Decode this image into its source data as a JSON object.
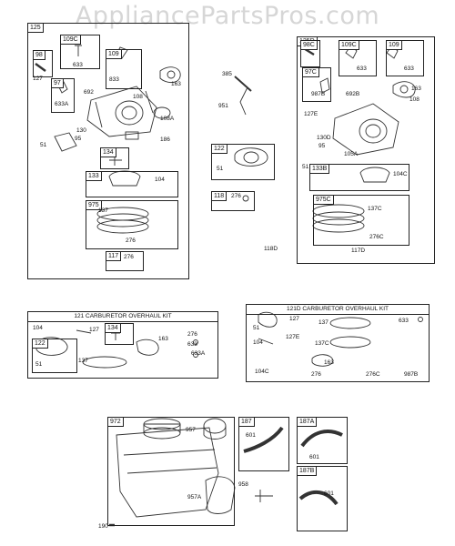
{
  "watermark": "AppliancePartsPros.com",
  "boxes": {
    "b125": "125",
    "b125d": "125D",
    "b109c": "109C",
    "b98": "98",
    "b109": "109",
    "b97": "97",
    "b98c": "98C",
    "b109c_r": "109C",
    "b109_r": "109",
    "b97c": "97C",
    "b134": "134",
    "b133": "133",
    "b975": "975",
    "b117": "117",
    "b122": "122",
    "b118": "118",
    "b133b": "133B",
    "b975c": "975C",
    "k121_122": "122",
    "k121_134": "134",
    "b972": "972",
    "b187": "187",
    "b187a": "187A",
    "b187b": "187B"
  },
  "kits": {
    "k121": "121 CARBURETOR OVERHAUL KIT",
    "k121d": "121D CARBURETOR OVERHAUL KIT"
  },
  "callouts": {
    "c633_a": "633",
    "c127": "127",
    "c692": "692",
    "c633a": "633A",
    "c833": "833",
    "c163": "163",
    "c108": "108",
    "c108a": "108A",
    "c130": "130",
    "c95": "95",
    "c186": "186",
    "c51": "51",
    "c104": "104",
    "c137": "137",
    "c276": "276",
    "c276_117": "276",
    "c385": "385",
    "c951": "951",
    "c51_122": "51",
    "c276_118": "276",
    "c118d": "118D",
    "r633_98c": "633",
    "r633_109": "633",
    "r987b": "987B",
    "r692b": "692B",
    "r163": "163",
    "r108": "108",
    "r127e": "127E",
    "r130d": "130D",
    "r95": "95",
    "r105a": "105A",
    "r51": "51",
    "r104c": "104C",
    "r137c": "137C",
    "r276c": "276C",
    "r117d": "117D",
    "k104": "104",
    "k127": "127",
    "k163": "163",
    "k276": "276",
    "k633": "633",
    "k633a": "633A",
    "k51": "51",
    "k137": "137",
    "d51": "51",
    "d127": "127",
    "d137": "137",
    "d633": "633",
    "d104": "104",
    "d127e": "127E",
    "d137c": "137C",
    "d163": "163",
    "d104c": "104C",
    "d276": "276",
    "d276c": "276C",
    "d987b": "987B",
    "t957": "957",
    "t957a": "957A",
    "t190": "190",
    "t601": "601",
    "t601a": "601",
    "t958": "958",
    "t601b": "601"
  }
}
